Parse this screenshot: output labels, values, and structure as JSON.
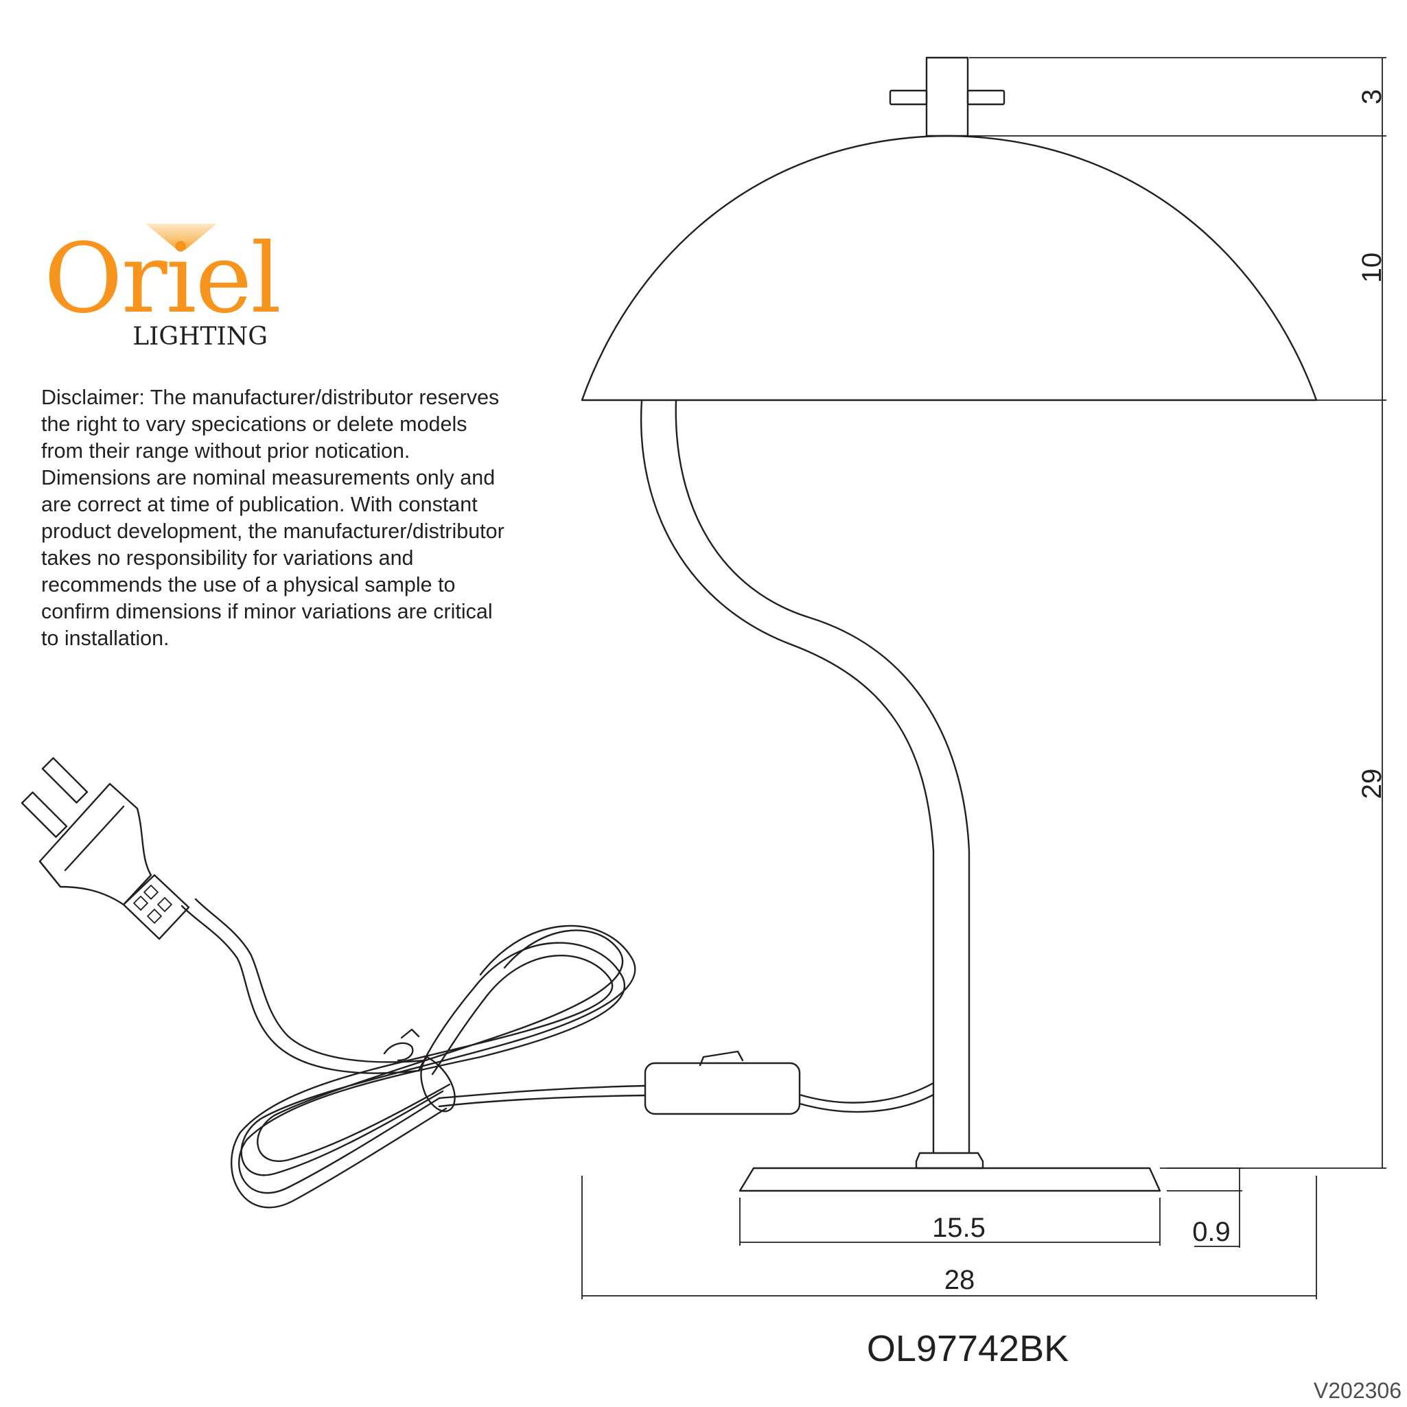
{
  "brand": {
    "name": "Oriel",
    "sub": "LIGHTING",
    "accent_color": "#f7941d",
    "ink_color": "#231f20"
  },
  "disclaimer": "Disclaimer: The manufacturer/distributor reserves\nthe right to vary specications or delete models\nfrom their range without prior notication.\nDimensions are nominal measurements only and\nare correct at time of publication. With constant\nproduct development, the manufacturer/distributor\ntakes no responsibility for variations and\nrecommends the use of a physical sample to\nconfirm dimensions if minor variations are critical\nto installation.",
  "dimensions": {
    "top_cap": "3",
    "shade_height": "10",
    "stem_height": "29",
    "base_width": "15.5",
    "base_thickness": "0.9",
    "overall_width": "28"
  },
  "model_number": "OL97742BK",
  "version": "V202306"
}
